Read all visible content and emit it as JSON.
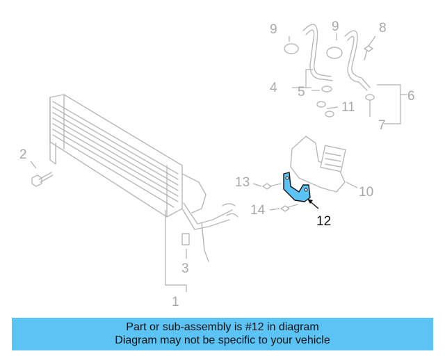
{
  "diagram": {
    "callouts": {
      "c1": "1",
      "c2": "2",
      "c3": "3",
      "c4": "4",
      "c5": "5",
      "c6": "6",
      "c7": "7",
      "c8": "8",
      "c9a": "9",
      "c9b": "9",
      "c10": "10",
      "c11": "11",
      "c12": "12",
      "c13": "13",
      "c14": "14"
    },
    "highlight_part": "12",
    "highlight_color": "#5cc3f5",
    "part_color": "#b8b8b8"
  },
  "banner": {
    "line1": "Part or sub-assembly is #12 in diagram",
    "line2": "Diagram may not be specific to your vehicle",
    "background": "#5cc3f5"
  }
}
